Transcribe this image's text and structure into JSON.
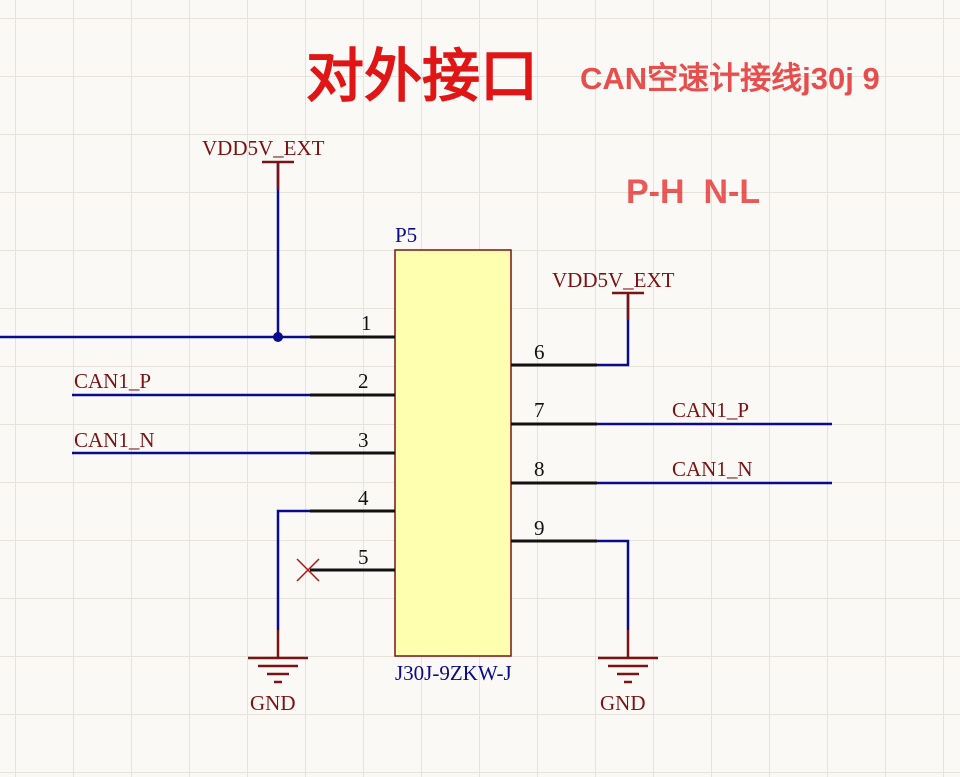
{
  "header": {
    "title": "对外接口",
    "subtitle": "CAN空速计接线j30j 9",
    "polarity_note": "P-H  N-L"
  },
  "colors": {
    "wire": "#0a0a8c",
    "pin": "#111111",
    "text_label": "#7a1414",
    "text_designator": "#0a0a8c",
    "annotation_red": "#e01515",
    "body_fill": "#ffffb0",
    "body_stroke": "#7a1414",
    "junction": "#0a0a8c"
  },
  "component": {
    "designator": "P5",
    "part": "J30J-9ZKW-J",
    "pins": [
      "1",
      "2",
      "3",
      "4",
      "5",
      "6",
      "7",
      "8",
      "9"
    ]
  },
  "nets": {
    "vdd_left": "VDD5V_EXT",
    "vdd_right": "VDD5V_EXT",
    "can_p_left": "CAN1_P",
    "can_n_left": "CAN1_N",
    "can_p_right": "CAN1_P",
    "can_n_right": "CAN1_N",
    "gnd_left": "GND",
    "gnd_right": "GND"
  }
}
